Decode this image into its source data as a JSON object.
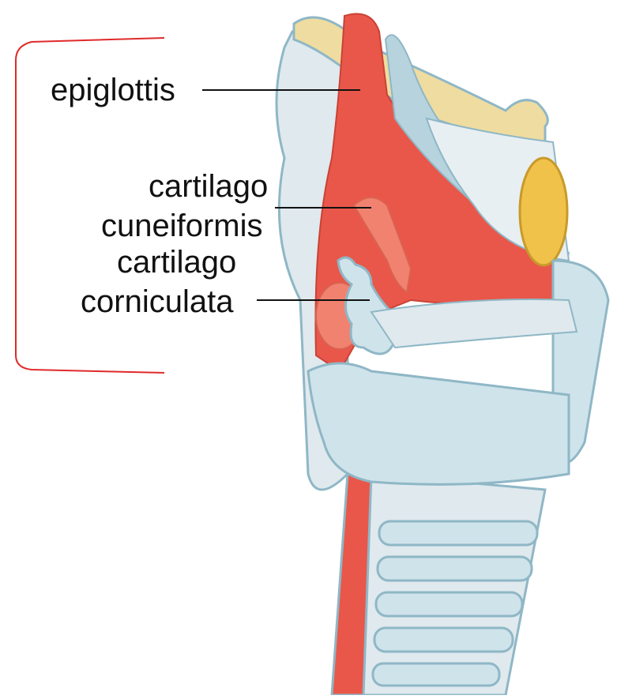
{
  "labels": {
    "epiglottis": "epiglottis",
    "cuneiformis_line1": "cartilago",
    "cuneiformis_line2": "cuneiformis",
    "corniculata_line1": "cartilago",
    "corniculata_line2": "corniculata"
  },
  "colors": {
    "bracket": "#e02a2a",
    "leader_line": "#111111",
    "muscle_red": "#e9574a",
    "muscle_light": "#f1826f",
    "cartilage_blue": "#cfe3ea",
    "cartilage_blue_dark": "#8fb7c6",
    "epiglottis_yellow": "#efdca0",
    "fat_yellow": "#f0c24a"
  }
}
